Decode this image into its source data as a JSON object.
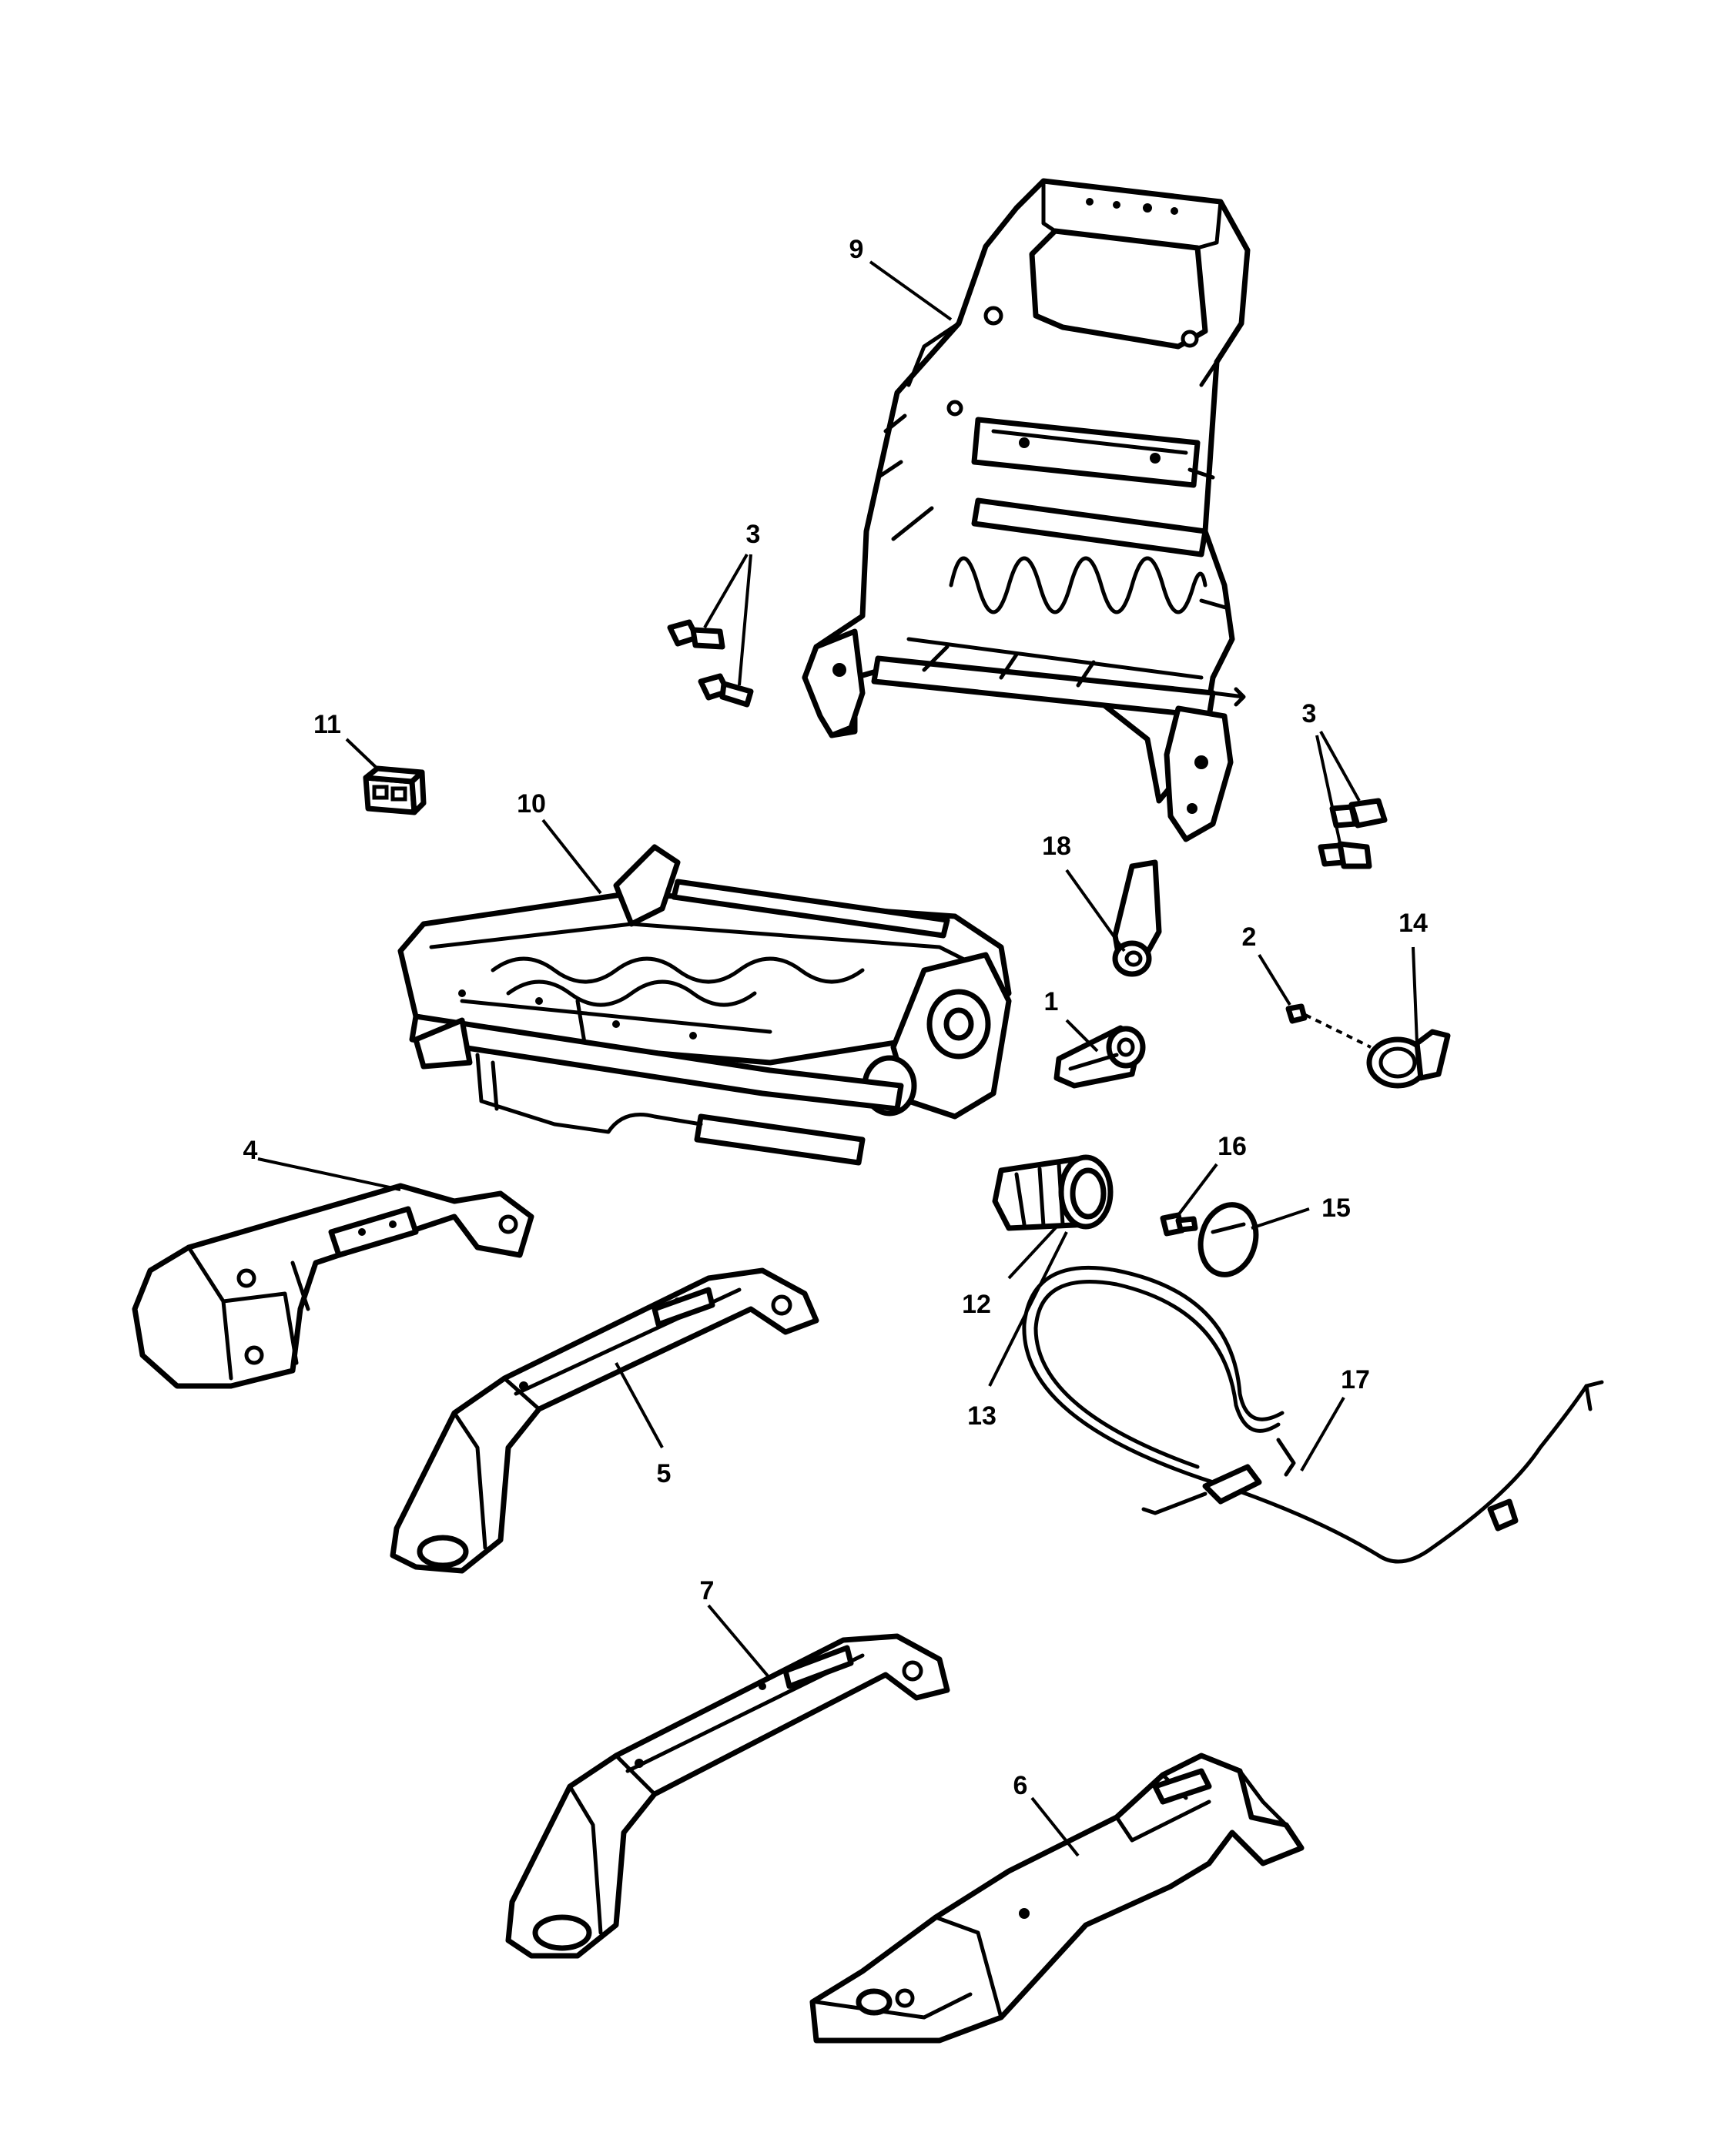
{
  "callouts": [
    {
      "id": "c1",
      "label": "1"
    },
    {
      "id": "c2",
      "label": "2"
    },
    {
      "id": "c3a",
      "label": "3"
    },
    {
      "id": "c3b",
      "label": "3"
    },
    {
      "id": "c4",
      "label": "4"
    },
    {
      "id": "c5",
      "label": "5"
    },
    {
      "id": "c6",
      "label": "6"
    },
    {
      "id": "c7",
      "label": "7"
    },
    {
      "id": "c9",
      "label": "9"
    },
    {
      "id": "c10",
      "label": "10"
    },
    {
      "id": "c11",
      "label": "11"
    },
    {
      "id": "c12",
      "label": "12"
    },
    {
      "id": "c13",
      "label": "13"
    },
    {
      "id": "c14",
      "label": "14"
    },
    {
      "id": "c15",
      "label": "15"
    },
    {
      "id": "c16",
      "label": "16"
    },
    {
      "id": "c17",
      "label": "17"
    },
    {
      "id": "c18",
      "label": "18"
    }
  ]
}
